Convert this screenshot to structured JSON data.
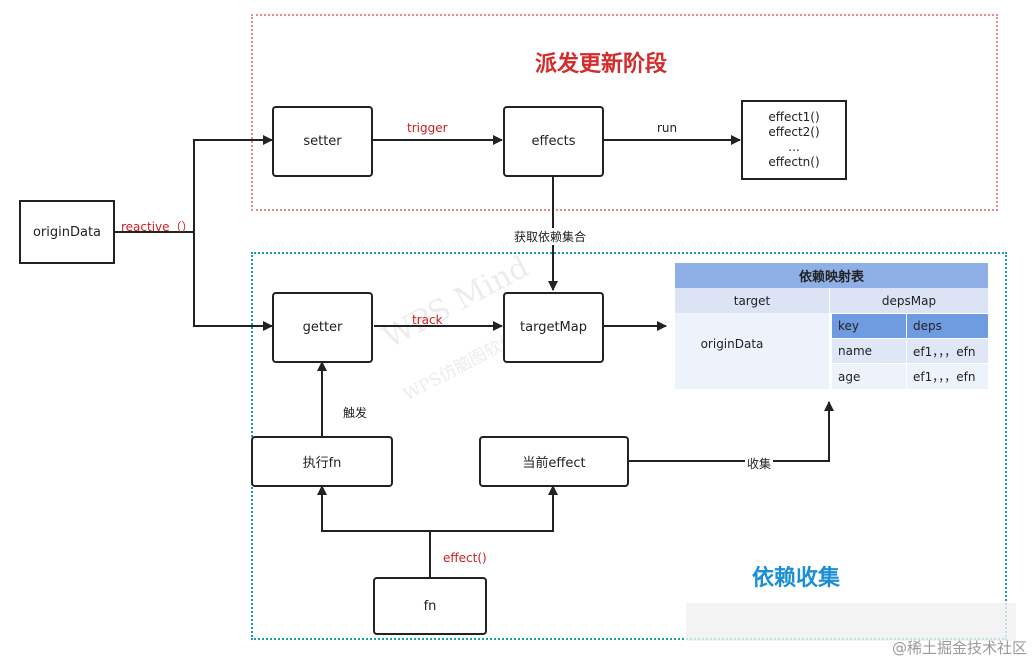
{
  "diagram": {
    "titles": {
      "dispatch_phase": "派发更新阶段",
      "dependency_collection": "依赖收集"
    },
    "colors": {
      "dispatch_title": "#d42b2b",
      "collection_title": "#1a8fd6",
      "dispatch_zone_border": "#f08a8a",
      "collection_zone_border": "#1c9bb5",
      "table_header": "#8fb0e6",
      "table_subheader": "#dbe3f5",
      "table_body": "#eef2fb",
      "table_key_header": "#6f9be0",
      "table_key_cells": "#dfe7f7"
    },
    "nodes": {
      "origin_data": "originData",
      "setter": "setter",
      "effects": "effects",
      "getter": "getter",
      "target_map": "targetMap",
      "exec_fn": "执行fn",
      "current_effect": "当前effect",
      "fn": "fn"
    },
    "effects_list": [
      "effect1()",
      "effect2()",
      "...",
      "effectn()"
    ],
    "edge_labels": {
      "reactive": "reactive（）",
      "trigger": "trigger",
      "run": "run",
      "get_deps": "获取依赖集合",
      "track": "track",
      "trigger_cn": "触发",
      "collect": "收集",
      "effect_call": "effect()"
    },
    "deps_table": {
      "title": "依赖映射表",
      "col_target": "target",
      "col_depsmap": "depsMap",
      "target_value": "originData",
      "inner_headers": [
        "key",
        "deps"
      ],
      "rows": [
        {
          "key": "name",
          "deps": "ef1，，，efn"
        },
        {
          "key": "age",
          "deps": "ef1，，，efn"
        }
      ]
    },
    "watermark": {
      "line1": "WPS Mind",
      "line2": "WPS仿脑图软件-制作脑图"
    },
    "footer": "@稀土掘金技术社区"
  }
}
